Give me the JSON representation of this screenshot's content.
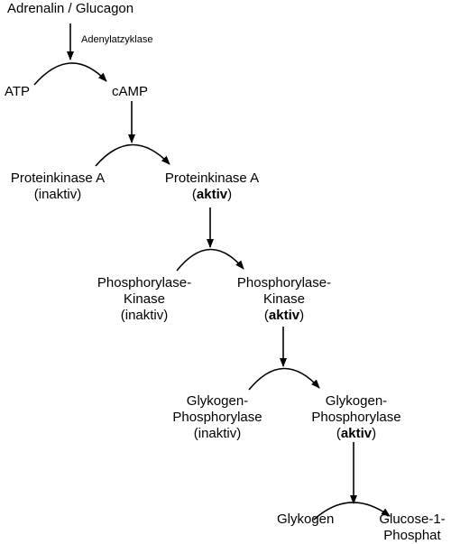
{
  "start": "Adrenalin / Glucagon",
  "enzyme": "Adenylatzyklase",
  "step1": {
    "substrate": "ATP",
    "product": "cAMP"
  },
  "step2": {
    "substrate": {
      "line1": "Proteinkinase A",
      "line2": "(inaktiv)"
    },
    "product": {
      "line1": "Proteinkinase A",
      "open": "(",
      "bold": "aktiv",
      "close": ")"
    }
  },
  "step3": {
    "substrate": {
      "line1": "Phosphorylase-",
      "line2": "Kinase",
      "line3": "(inaktiv)"
    },
    "product": {
      "line1": "Phosphorylase-",
      "line2": "Kinase",
      "open": "(",
      "bold": "aktiv",
      "close": ")"
    }
  },
  "step4": {
    "substrate": {
      "line1": "Glykogen-",
      "line2": "Phosphorylase",
      "line3": "(inaktiv)"
    },
    "product": {
      "line1": "Glykogen-",
      "line2": "Phosphorylase",
      "open": "(",
      "bold": "aktiv",
      "close": ")"
    }
  },
  "step5": {
    "substrate": "Glykogen",
    "product": {
      "line1": "Glucose-1-",
      "line2": "Phosphat"
    }
  }
}
